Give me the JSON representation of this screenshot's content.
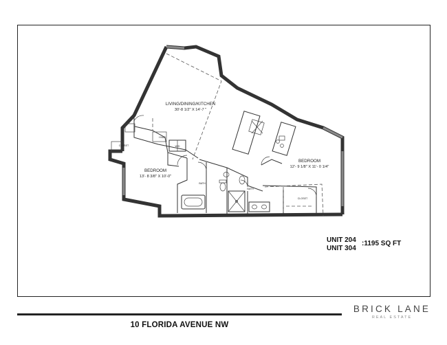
{
  "rooms": {
    "living": {
      "label": "LIVING/DINING/KITCHEN",
      "dims": "30'-8 1/2\" X 14'-7 \""
    },
    "bedroom_left": {
      "label": "BEDROOM",
      "dims": "13'- 8 3/8\" X 10'-0\""
    },
    "bedroom_right": {
      "label": "BEDROOM",
      "dims": "12'- 9 1/8\" X 11'- 0 1/4\""
    },
    "closet_left": "CLOSET",
    "closet_right": "CLOSET",
    "bath_left": "BATH",
    "bath_right": "BATH",
    "hvac": "HVAC",
    "wd": "W/D"
  },
  "units": [
    "UNIT 204",
    "UNIT 304"
  ],
  "sqft": ":1195 SQ FT",
  "address": "10 FLORIDA AVENUE NW",
  "brand": {
    "name": "BRICK LANE",
    "sub": "REAL ESTATE"
  },
  "colors": {
    "wall": "#8a8a8a",
    "line": "#333333",
    "text": "#111111",
    "brand": "#444444"
  }
}
